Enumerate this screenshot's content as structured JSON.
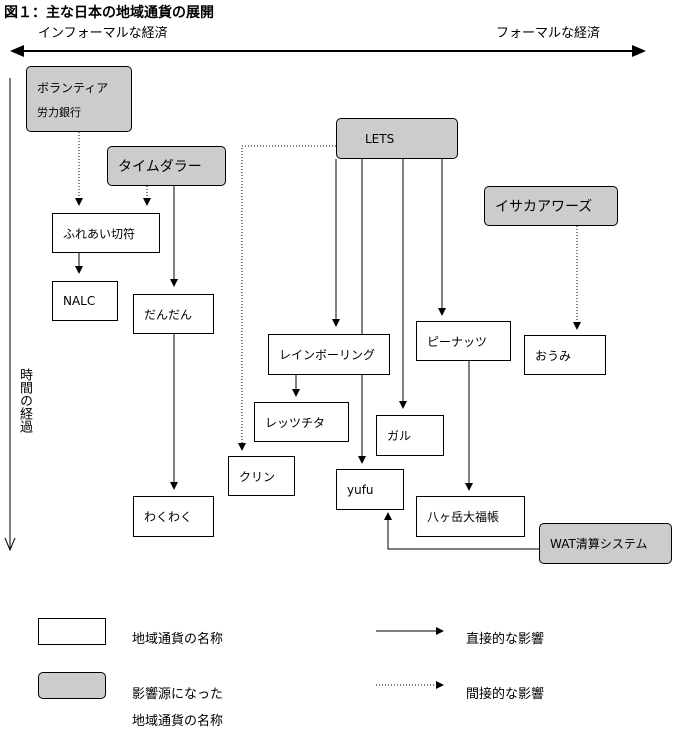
{
  "title": "図１：主な日本の地域通貨の展開",
  "scale": {
    "left": "インフォーマルな経済",
    "right": "フォーマルな経済"
  },
  "time_axis": "時間の経過",
  "nodes": {
    "volunteer": {
      "line1": "ボランティア",
      "line2": "労力銀行"
    },
    "time_dollar": "タイムダラー",
    "lets": "LETS",
    "ithaca": "イサカアワーズ",
    "fureai": "ふれあい切符",
    "nalc": "NALC",
    "dandan": "だんだん",
    "rainbow": "レインボーリング",
    "peanuts": "ピーナッツ",
    "oumi": "おうみ",
    "letschita": "レッツチタ",
    "garu": "ガル",
    "kurin": "クリン",
    "yufu": "yufu",
    "yatsugatake": "八ヶ岳大福帳",
    "wakuwaku": "わくわく",
    "wat": "WAT清算システム"
  },
  "legend": {
    "currency_name": "地域通貨の名称",
    "source_line1": "影響源になった",
    "source_line2": "地域通貨の名称",
    "direct": "直接的な影響",
    "indirect": "間接的な影響"
  }
}
